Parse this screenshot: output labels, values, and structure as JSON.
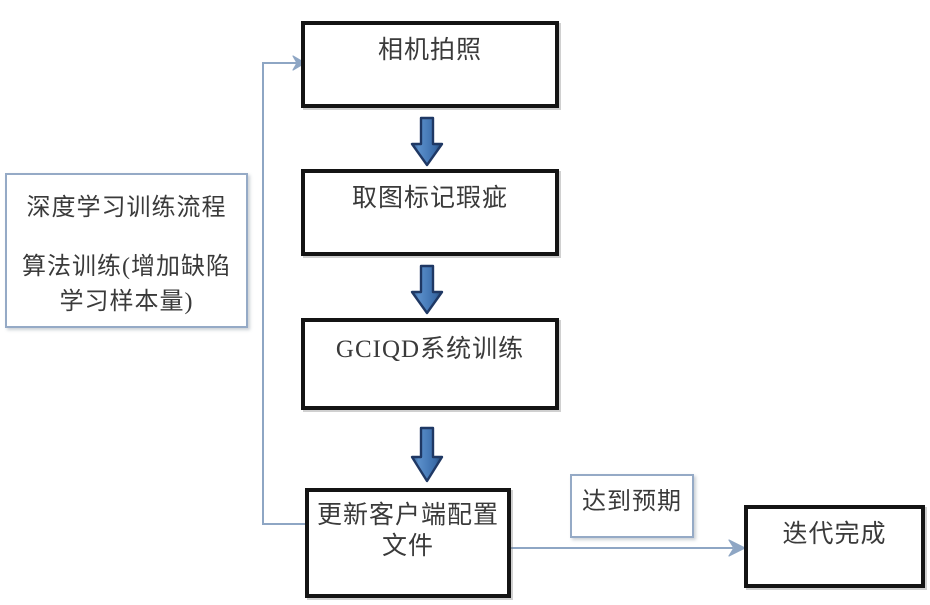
{
  "diagram": {
    "title": "深度学习训练流程",
    "type": "flowchart",
    "colors": {
      "box_border": "#141414",
      "note_border": "#95aac6",
      "arrow_fill": "#4a7ebb",
      "arrow_outline": "#1f3864",
      "connector_line": "#8ea6c4",
      "text": "#3a3a3a",
      "background": "#ffffff"
    },
    "side_note": {
      "line1": "深度学习训练流程",
      "line2": "算法训练(增加缺陷\n学习样本量)"
    },
    "nodes": [
      {
        "id": "camera-capture",
        "label": "相机拍照"
      },
      {
        "id": "mark-defects",
        "label": "取图标记瑕疵"
      },
      {
        "id": "gciqd-training",
        "label": "GCIQD系统训练"
      },
      {
        "id": "update-config",
        "label": "更新客户端配置\n文件"
      },
      {
        "id": "meets-expectation",
        "label": "达到预期"
      },
      {
        "id": "iteration-done",
        "label": "迭代完成"
      }
    ],
    "edges": [
      {
        "id": "e1",
        "from": "camera-capture",
        "to": "mark-defects",
        "style": "block-arrow-down"
      },
      {
        "id": "e2",
        "from": "mark-defects",
        "to": "gciqd-training",
        "style": "block-arrow-down"
      },
      {
        "id": "e3",
        "from": "gciqd-training",
        "to": "update-config",
        "style": "block-arrow-down"
      },
      {
        "id": "e4",
        "from": "update-config",
        "to": "iteration-done",
        "style": "thin-arrow-right",
        "label": "达到预期"
      },
      {
        "id": "e5",
        "from": "update-config",
        "to": "camera-capture",
        "style": "thin-arrow-feedback-loop"
      }
    ]
  }
}
